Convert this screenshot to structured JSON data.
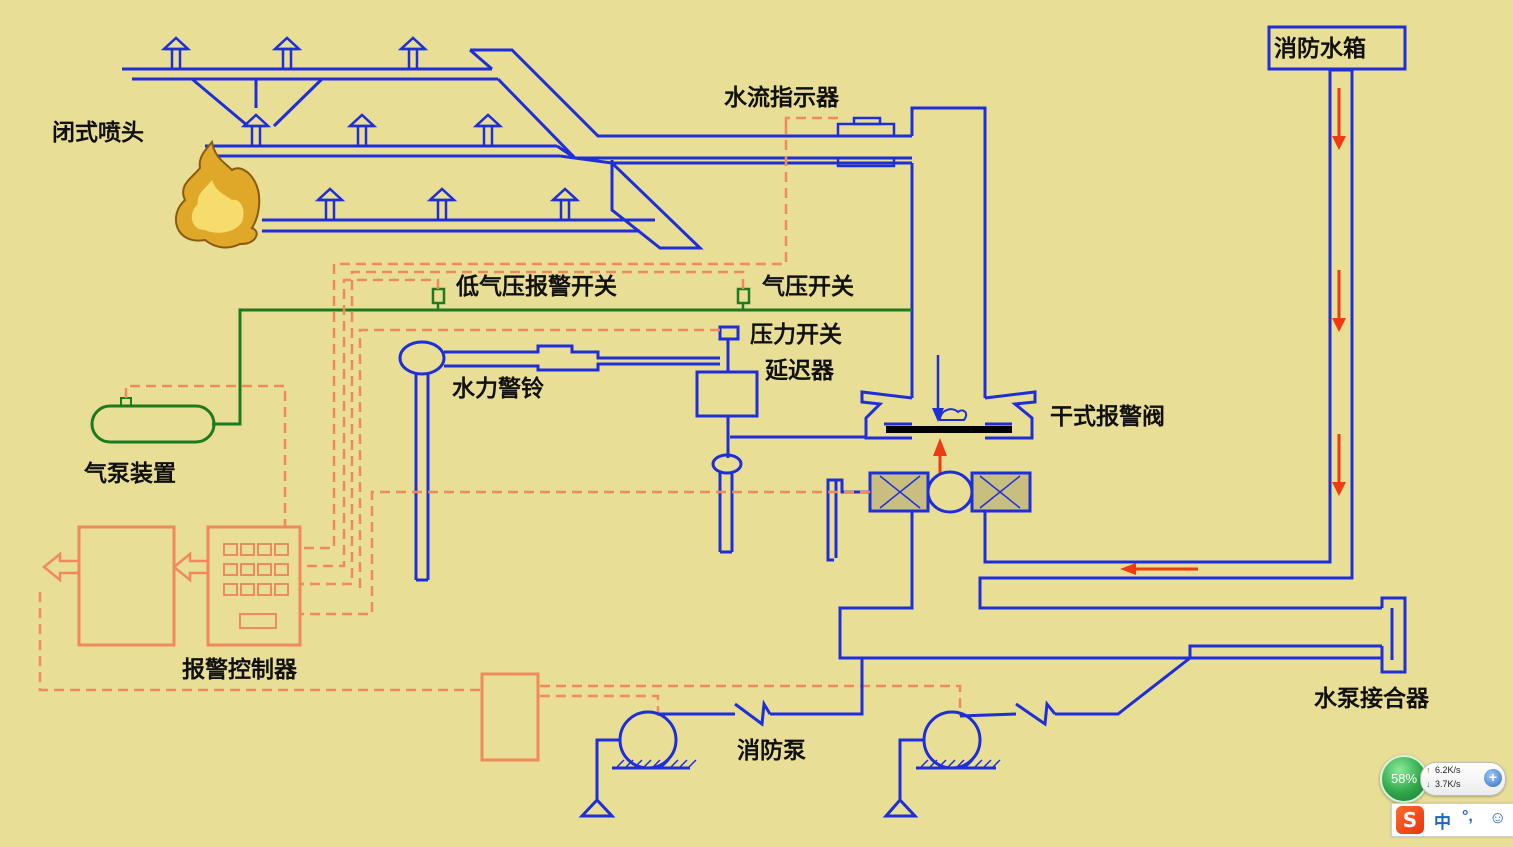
{
  "diagram": {
    "labels": {
      "closed_sprinkler": "闭式喷头",
      "water_flow_indicator": "水流指示器",
      "fire_water_tank": "消防水箱",
      "low_pressure_alarm_switch": "低气压报警开关",
      "pressure_switch_air": "气压开关",
      "pressure_switch": "压力开关",
      "retard_chamber": "延迟器",
      "water_motor_gong": "水力警铃",
      "dry_alarm_valve": "干式报警阀",
      "air_pump_unit": "气泵装置",
      "alarm_controller": "报警控制器",
      "fire_pump": "消防泵",
      "pump_adapter": "水泵接合器"
    },
    "colors": {
      "background": "#E8DE96",
      "water_pipe": "#1F2FD8",
      "air_pipe": "#1E7A1E",
      "signal_line": "#F08A5A",
      "flow_arrow": "#F03A10",
      "valve_disc": "#000000"
    }
  },
  "tray": {
    "cpu_percent": "58%",
    "upload_speed": "6.2K/s",
    "download_speed": "3.7K/s",
    "ime_logo": "S",
    "ime_lang": "中",
    "ime_punct": "°,",
    "ime_emoji": "☺"
  }
}
